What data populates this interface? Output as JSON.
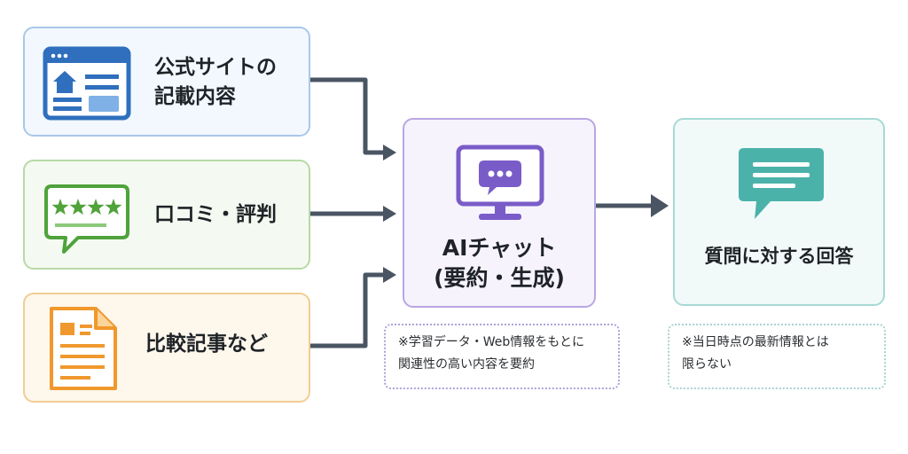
{
  "sources": [
    {
      "label": "公式サイトの\n記載内容",
      "icon": "website-icon"
    },
    {
      "label": "口コミ・評判",
      "icon": "review-bubble-icon"
    },
    {
      "label": "比較記事など",
      "icon": "document-icon"
    }
  ],
  "ai": {
    "title": "AIチャット\n(要約・生成)",
    "icon": "monitor-chat-icon",
    "note": "※学習データ・Web情報をもとに\n関連性の高い内容を要約"
  },
  "answer": {
    "title": "質問に対する回答",
    "icon": "chat-bubble-icon",
    "note": "※当日時点の最新情報とは\n限らない"
  },
  "colors": {
    "arrow": "#4a5563",
    "blue": "#2f6fbd",
    "green": "#4fa33a",
    "orange": "#f0982d",
    "purple": "#7a5cc8",
    "teal": "#4bb2aa"
  }
}
